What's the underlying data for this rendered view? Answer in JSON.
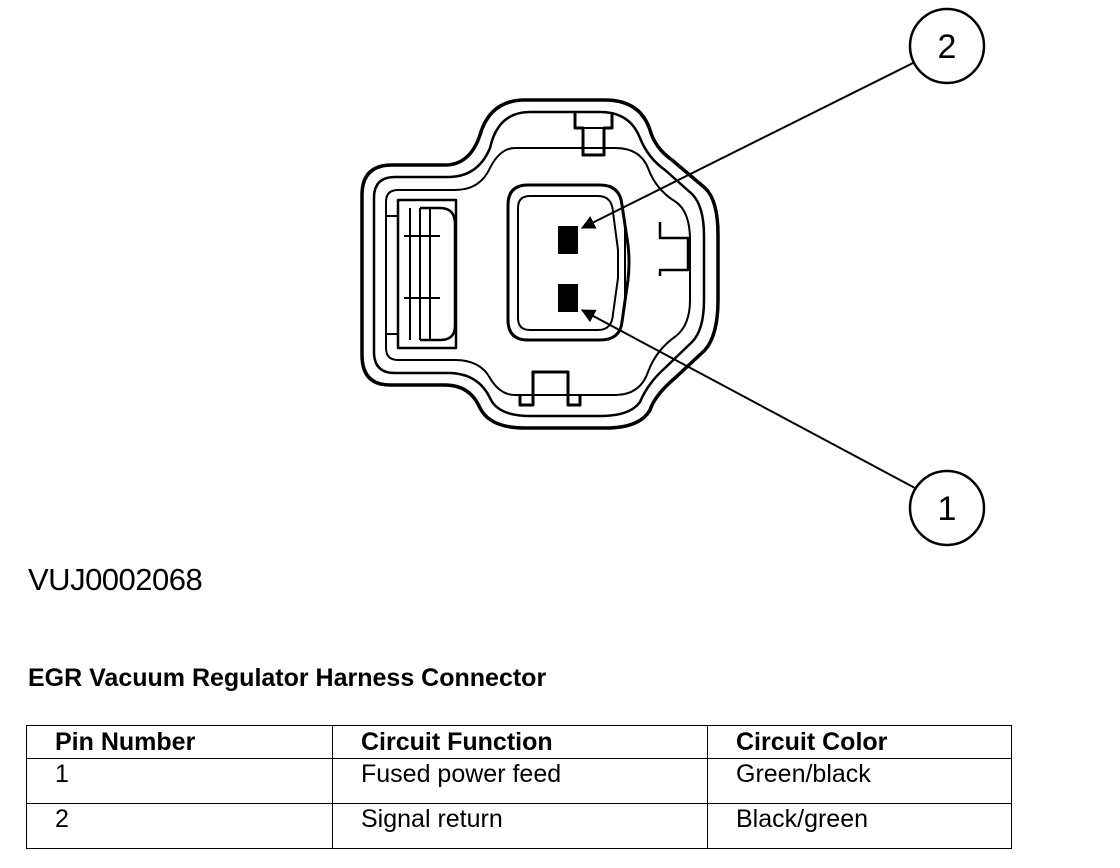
{
  "diagram": {
    "callouts": [
      {
        "label": "2"
      },
      {
        "label": "1"
      }
    ]
  },
  "figure_id": "VUJ0002068",
  "caption": "EGR Vacuum Regulator Harness Connector",
  "table": {
    "headers": [
      "Pin Number",
      "Circuit Function",
      "Circuit Color"
    ],
    "rows": [
      [
        "1",
        "Fused power feed",
        "Green/black"
      ],
      [
        "2",
        "Signal return",
        "Black/green"
      ]
    ]
  }
}
